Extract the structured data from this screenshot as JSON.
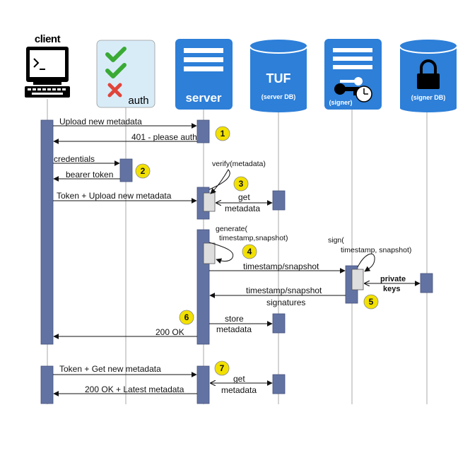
{
  "participants": {
    "client": {
      "title": "client"
    },
    "auth": {
      "title": "auth"
    },
    "server": {
      "title": "server"
    },
    "tuf": {
      "title": "TUF",
      "subtitle": "(server DB)"
    },
    "signer": {
      "subtitle": "(signer)"
    },
    "signer_db": {
      "subtitle": "(signer DB)"
    }
  },
  "messages": {
    "upload": "Upload new metadata",
    "unauth": "401 - please auth",
    "credentials": "credentials",
    "bearer": "bearer token",
    "verify": "verify(metadata)",
    "token_upload": "Token + Upload new metadata",
    "get_metadata_1_a": "get",
    "get_metadata_1_b": "metadata",
    "generate_a": "generate(",
    "generate_b": "timestamp,snapshot)",
    "sign_a": "sign(",
    "sign_b": "timestamp, snapshot)",
    "ts_snapshot": "timestamp/snapshot",
    "private_a": "private",
    "private_b": "keys",
    "ts_snapshot_back": "timestamp/snapshot",
    "signatures": "signatures",
    "store_a": "store",
    "store_b": "metadata",
    "ok": "200 OK",
    "token_get": "Token + Get new metadata",
    "get_metadata_2_a": "get",
    "get_metadata_2_b": "metadata",
    "ok_latest": "200 OK + Latest metadata"
  },
  "steps": [
    "1",
    "2",
    "3",
    "4",
    "5",
    "6",
    "7"
  ],
  "colors": {
    "blue_header": "#2d7fd8",
    "activation": "#6273a3",
    "activation_inner": "#dedede",
    "step_badge": "#f2e000",
    "auth_bg": "#d8ecf8",
    "check_green": "#3aaa35",
    "x_red": "#e0453a"
  },
  "icons": [
    "terminal-icon",
    "checkmark-icon",
    "x-mark-icon",
    "server-stack-icon",
    "database-icon",
    "key-icon",
    "clock-icon",
    "lock-icon"
  ]
}
